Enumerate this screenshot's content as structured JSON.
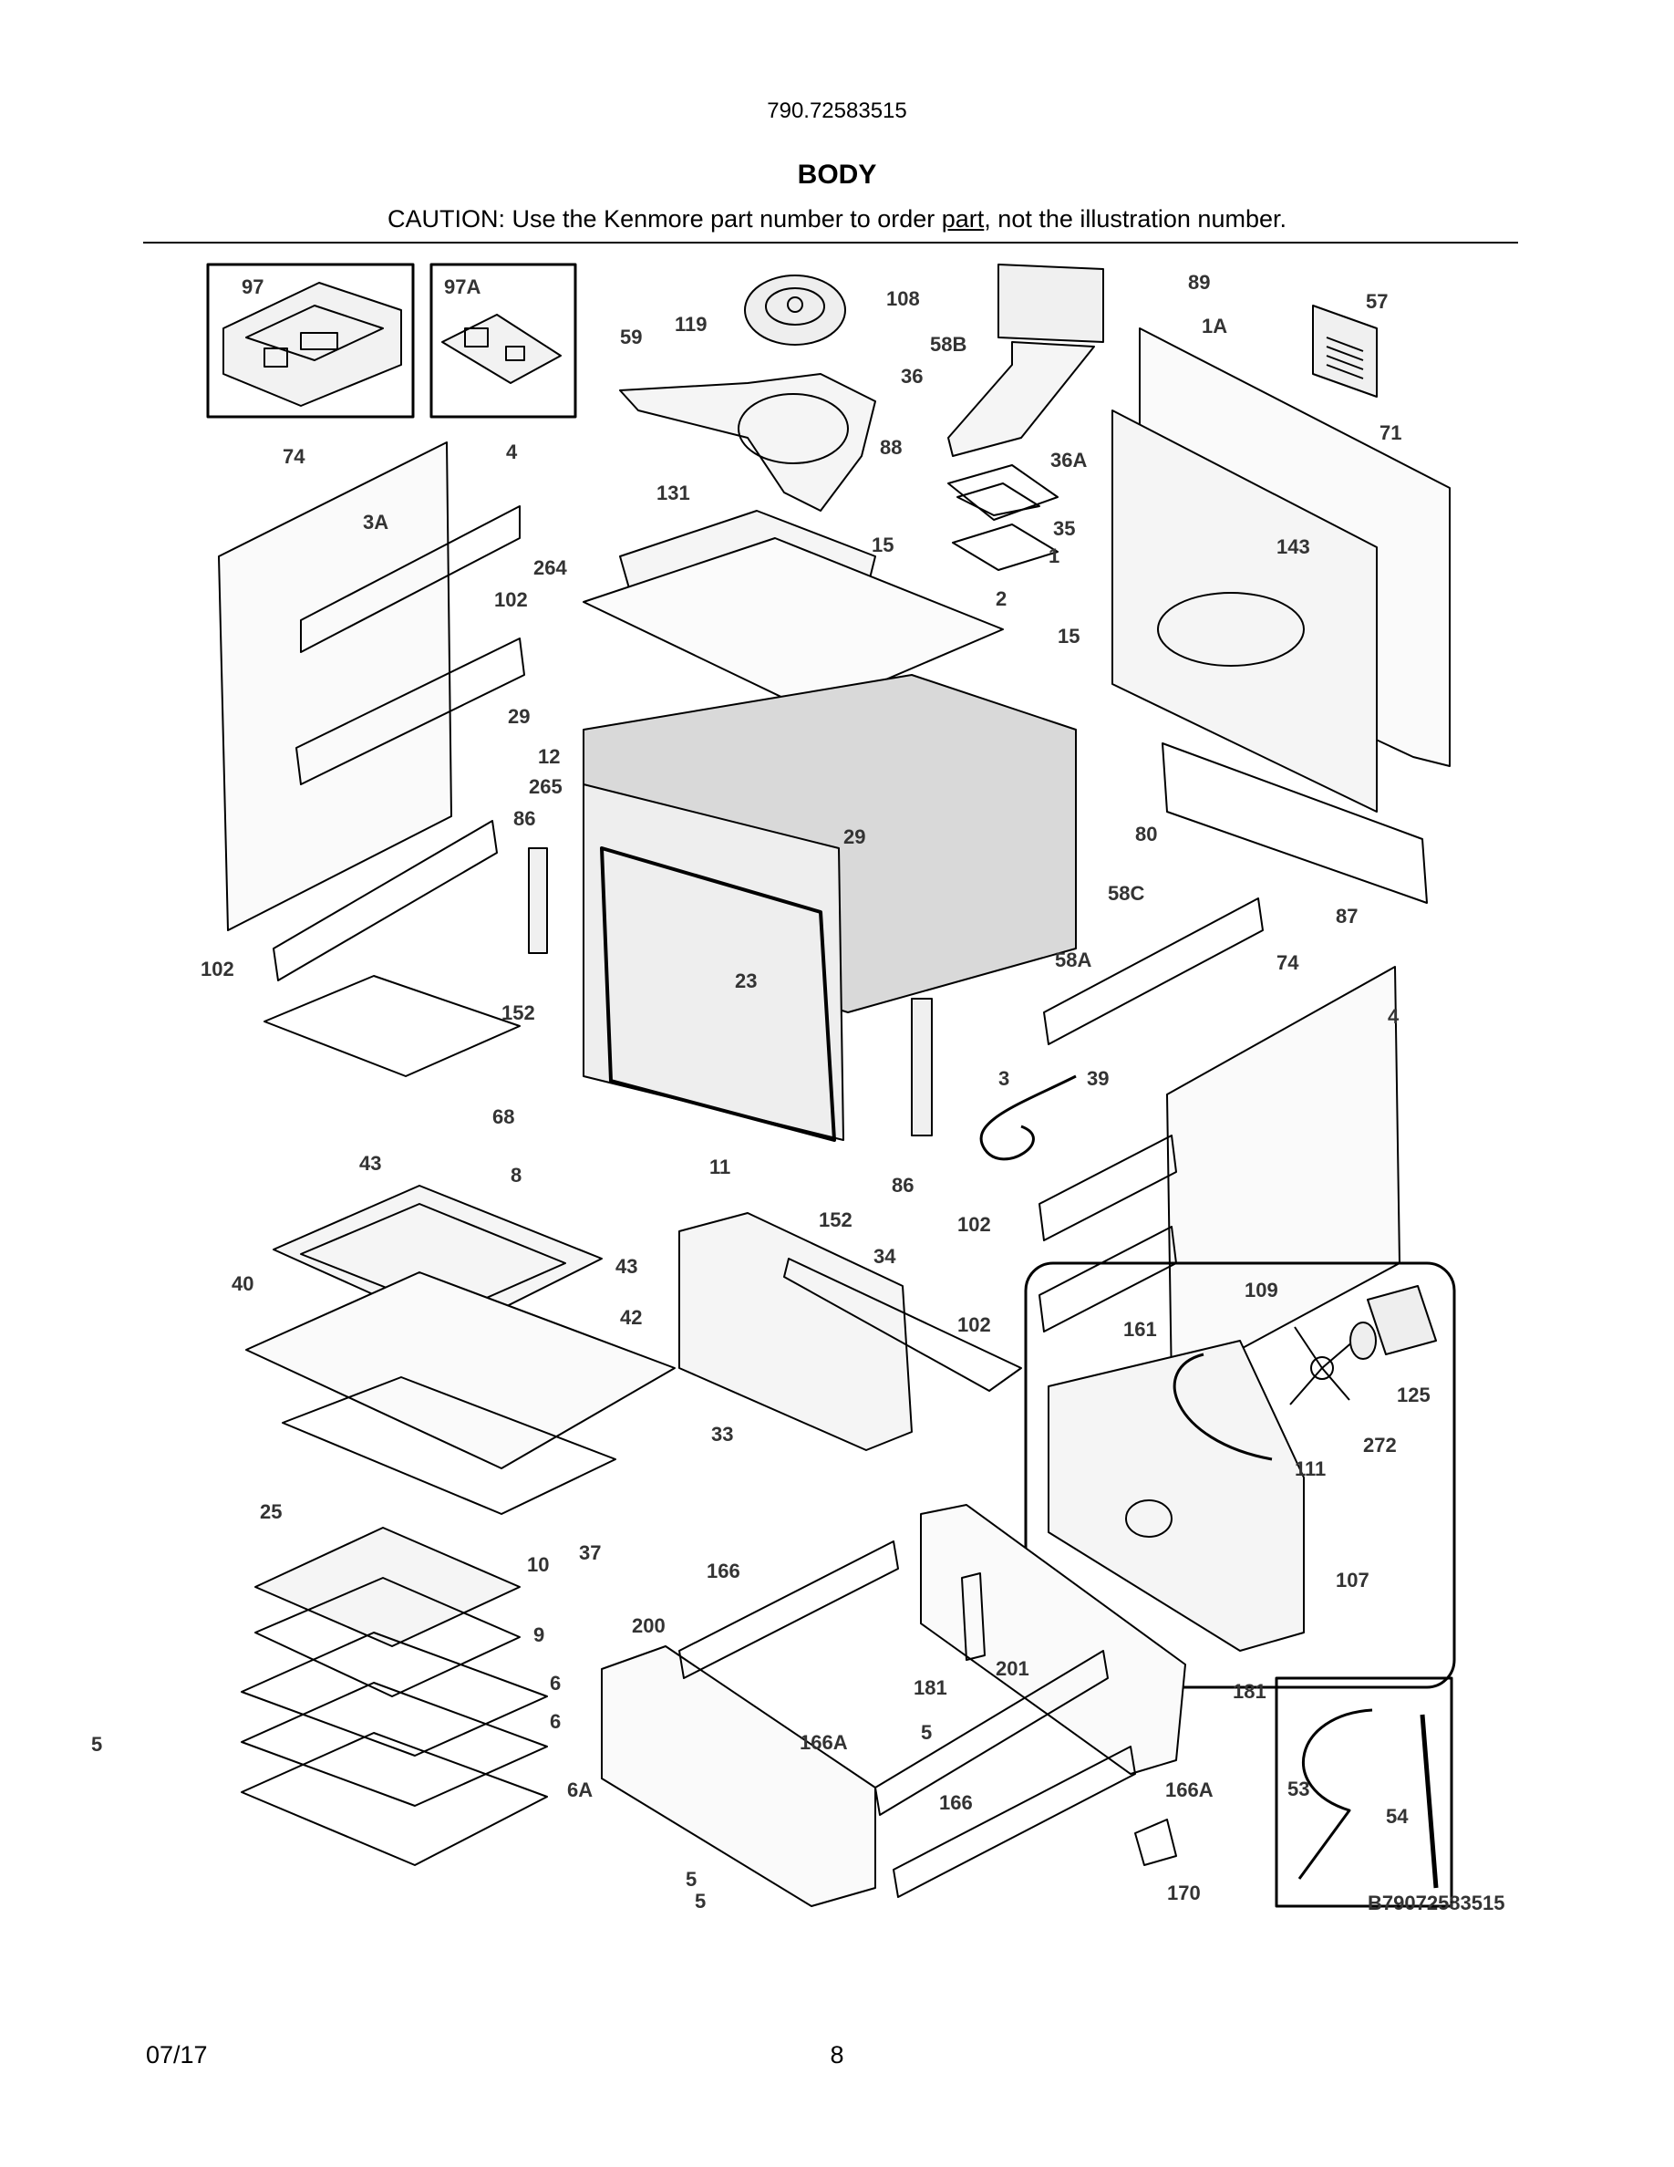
{
  "header": {
    "model_number": "790.72583515",
    "section_title": "BODY",
    "caution_prefix": "CAUTION: Use the Kenmore part number to order ",
    "caution_link": "part",
    "caution_suffix": ", not the illustration number."
  },
  "diagram": {
    "labels": [
      "97",
      "97A",
      "108",
      "119",
      "59",
      "89",
      "58B",
      "36",
      "1A",
      "57",
      "71",
      "74",
      "4",
      "88",
      "36A",
      "131",
      "35",
      "3A",
      "1",
      "143",
      "15",
      "102",
      "264",
      "2",
      "15",
      "29",
      "12",
      "265",
      "86",
      "29",
      "80",
      "58C",
      "87",
      "102",
      "23",
      "58A",
      "74",
      "4",
      "152",
      "68",
      "3",
      "39",
      "43",
      "8",
      "11",
      "152",
      "86",
      "102",
      "43",
      "34",
      "40",
      "42",
      "109",
      "161",
      "102",
      "125",
      "272",
      "33",
      "111",
      "25",
      "37",
      "10",
      "166",
      "107",
      "9",
      "200",
      "201",
      "6",
      "181",
      "181",
      "6",
      "5",
      "166A",
      "6A",
      "53",
      "166",
      "166A",
      "54",
      "5",
      "5",
      "170",
      "5"
    ],
    "drawing_number": "B79072583515"
  },
  "footer": {
    "date": "07/17",
    "page_number": "8"
  }
}
